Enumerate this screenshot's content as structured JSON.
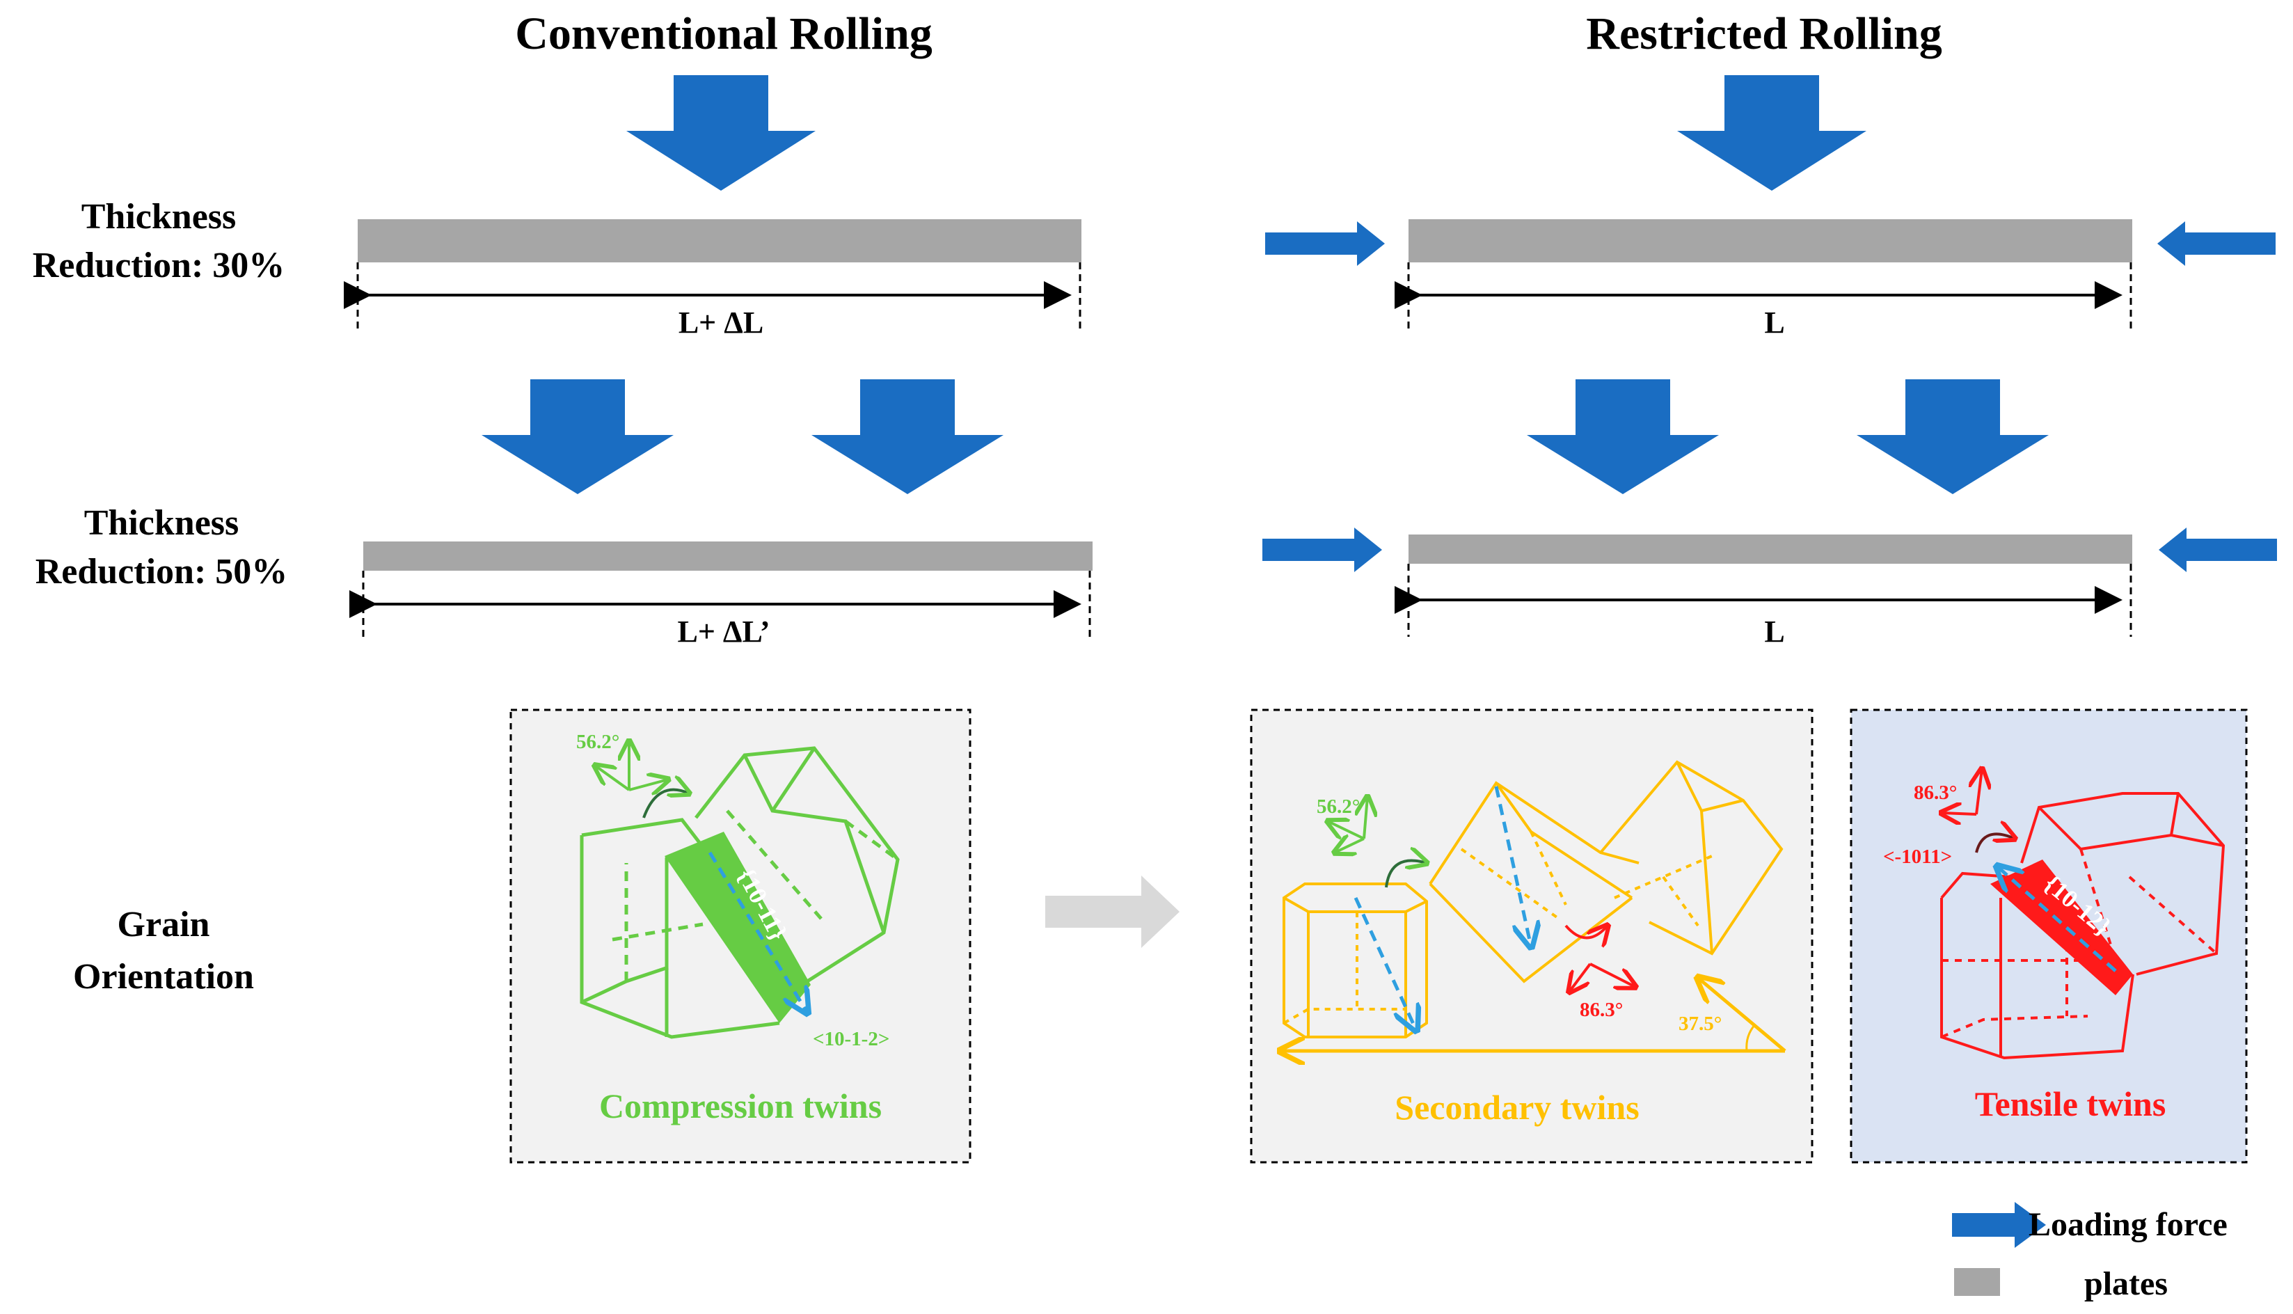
{
  "titles": {
    "conventional": "Conventional Rolling",
    "restricted": "Restricted Rolling"
  },
  "rows": {
    "row1_line1": "Thickness",
    "row1_line2": "Reduction: 30%",
    "row2_line1": "Thickness",
    "row2_line2": "Reduction: 50%",
    "row3_line1": "Grain",
    "row3_line2": "Orientation"
  },
  "dimensions": {
    "conv_30": "L+ ΔL",
    "conv_50": "L+ ΔL’",
    "restr_30": "L",
    "restr_50": "L"
  },
  "panels": {
    "compression": {
      "caption": "Compression twins",
      "angle": "56.2°",
      "plane": "{10-11}",
      "direction": "<10-1-2>"
    },
    "secondary": {
      "caption": "Secondary twins",
      "angle_a": "56.2°",
      "angle_b": "86.3°",
      "angle_c": "37.5°"
    },
    "tensile": {
      "caption": "Tensile twins",
      "angle": "86.3°",
      "plane": "{10-12}",
      "direction": "<-1011>"
    }
  },
  "legend": {
    "loading_force": "Loading force",
    "plates": "plates"
  },
  "colors": {
    "loading_arrow": "#1a6dc2",
    "plate": "#a6a6a6",
    "compression": "#66cc44",
    "secondary": "#ffc000",
    "tensile": "#ff1a1a",
    "c_axis_dashed": "#2e9fe0",
    "transition_arrow": "#d9d9d9",
    "panel_bg_grey": "#f2f2f2",
    "panel_bg_blue": "#dae3f3"
  }
}
